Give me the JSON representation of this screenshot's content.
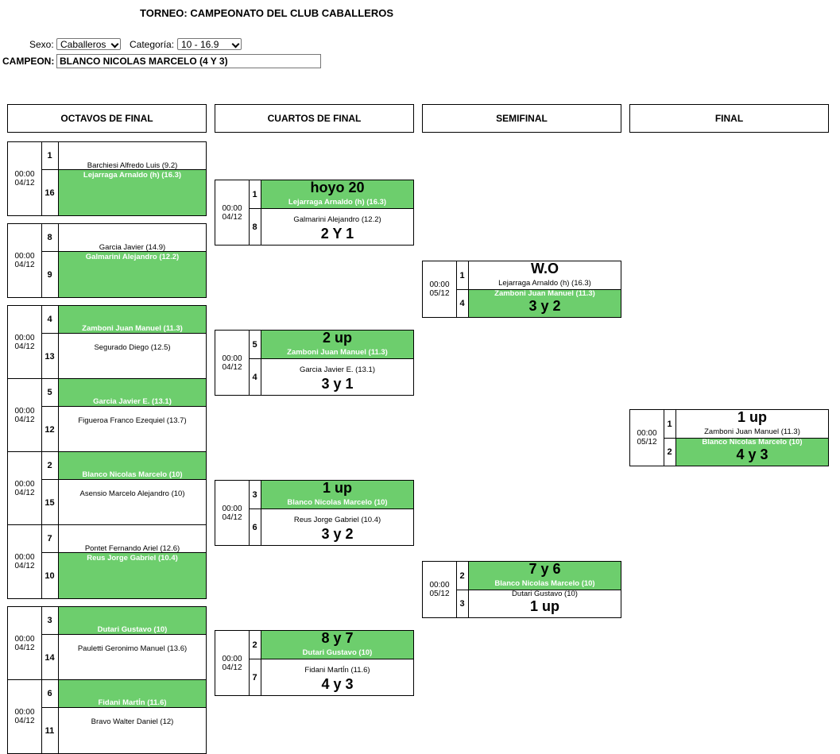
{
  "title": "TORNEO: CAMPEONATO DEL CLUB CABALLEROS",
  "filters": {
    "sexo_label": "Sexo:",
    "sexo_value": "Caballeros",
    "categoria_label": "Categoría:",
    "categoria_value": "10 - 16.9"
  },
  "campeon": {
    "label": "CAMPEON:",
    "value": "BLANCO  NICOLAS MARCELO (4 Y 3)"
  },
  "rounds": [
    {
      "label": "OCTAVOS DE FINAL"
    },
    {
      "label": "CUARTOS DE FINAL"
    },
    {
      "label": "SEMIFINAL"
    },
    {
      "label": "FINAL"
    }
  ],
  "colors": {
    "winner": "#6dce6d",
    "border": "#000000",
    "background": "#ffffff"
  },
  "octavos": [
    {
      "time": "00:00",
      "date": "04/12",
      "seed_top": "1",
      "seed_bot": "16",
      "player_top": "Barchiesi Alfredo Luis (9.2)",
      "player_bot": "Lejarraga Arnaldo (h) (16.3)",
      "winner": "bot"
    },
    {
      "time": "00:00",
      "date": "04/12",
      "seed_top": "8",
      "seed_bot": "9",
      "player_top": "Garcia Javier (14.9)",
      "player_bot": "Galmarini Alejandro (12.2)",
      "winner": "bot"
    },
    {
      "time": "00:00",
      "date": "04/12",
      "seed_top": "4",
      "seed_bot": "13",
      "player_top": "Zamboni Juan Manuel (11.3)",
      "player_bot": "Segurado Diego (12.5)",
      "winner": "top"
    },
    {
      "time": "00:00",
      "date": "04/12",
      "seed_top": "5",
      "seed_bot": "12",
      "player_top": "Garcia Javier E. (13.1)",
      "player_bot": "Figueroa Franco Ezequiel (13.7)",
      "winner": "top"
    },
    {
      "time": "00:00",
      "date": "04/12",
      "seed_top": "2",
      "seed_bot": "15",
      "player_top": "Blanco Nicolas Marcelo (10)",
      "player_bot": "Asensio Marcelo Alejandro (10)",
      "winner": "top"
    },
    {
      "time": "00:00",
      "date": "04/12",
      "seed_top": "7",
      "seed_bot": "10",
      "player_top": "Pontet Fernando Ariel (12.6)",
      "player_bot": "Reus Jorge Gabriel (10.4)",
      "winner": "bot"
    },
    {
      "time": "00:00",
      "date": "04/12",
      "seed_top": "3",
      "seed_bot": "14",
      "player_top": "Dutari Gustavo (10)",
      "player_bot": "Pauletti Geronimo Manuel (13.6)",
      "winner": "top"
    },
    {
      "time": "00:00",
      "date": "04/12",
      "seed_top": "6",
      "seed_bot": "11",
      "player_top": "Fidani MartÍn (11.6)",
      "player_bot": "Bravo Walter Daniel (12)",
      "winner": "top"
    }
  ],
  "cuartos": [
    {
      "time": "00:00",
      "date": "04/12",
      "seed_top": "1",
      "seed_bot": "8",
      "result_top": "hoyo 20",
      "player_top": "Lejarraga Arnaldo (h) (16.3)",
      "player_bot": "Galmarini Alejandro (12.2)",
      "result_bot": "2 Y 1",
      "winner": "top"
    },
    {
      "time": "00:00",
      "date": "04/12",
      "seed_top": "5",
      "seed_bot": "4",
      "result_top": "2 up",
      "player_top": "Zamboni Juan Manuel (11.3)",
      "player_bot": "Garcia Javier E. (13.1)",
      "result_bot": "3 y 1",
      "winner": "top"
    },
    {
      "time": "00:00",
      "date": "04/12",
      "seed_top": "3",
      "seed_bot": "6",
      "result_top": "1 up",
      "player_top": "Blanco Nicolas Marcelo (10)",
      "player_bot": "Reus Jorge Gabriel (10.4)",
      "result_bot": "3 y 2",
      "winner": "top"
    },
    {
      "time": "00:00",
      "date": "04/12",
      "seed_top": "2",
      "seed_bot": "7",
      "result_top": "8 y 7",
      "player_top": "Dutari Gustavo (10)",
      "player_bot": "Fidani MartÍn (11.6)",
      "result_bot": "4 y 3",
      "winner": "top"
    }
  ],
  "semis": [
    {
      "time": "00:00",
      "date": "05/12",
      "seed_top": "1",
      "seed_bot": "4",
      "result_top": "W.O",
      "player_top": "Lejarraga Arnaldo (h) (16.3)",
      "player_bot": "Zamboni Juan Manuel (11.3)",
      "result_bot": "3 y 2",
      "winner": "bot"
    },
    {
      "time": "00:00",
      "date": "05/12",
      "seed_top": "2",
      "seed_bot": "3",
      "result_top": "7 y 6",
      "player_top": "Blanco Nicolas Marcelo (10)",
      "player_bot": "Dutari Gustavo (10)",
      "result_bot": "1 up",
      "winner": "top"
    }
  ],
  "final": [
    {
      "time": "00:00",
      "date": "05/12",
      "seed_top": "1",
      "seed_bot": "2",
      "result_top": "1 up",
      "player_top": "Zamboni Juan Manuel (11.3)",
      "player_bot": "Blanco Nicolas Marcelo (10)",
      "result_bot": "4 y 3",
      "winner": "bot"
    }
  ]
}
